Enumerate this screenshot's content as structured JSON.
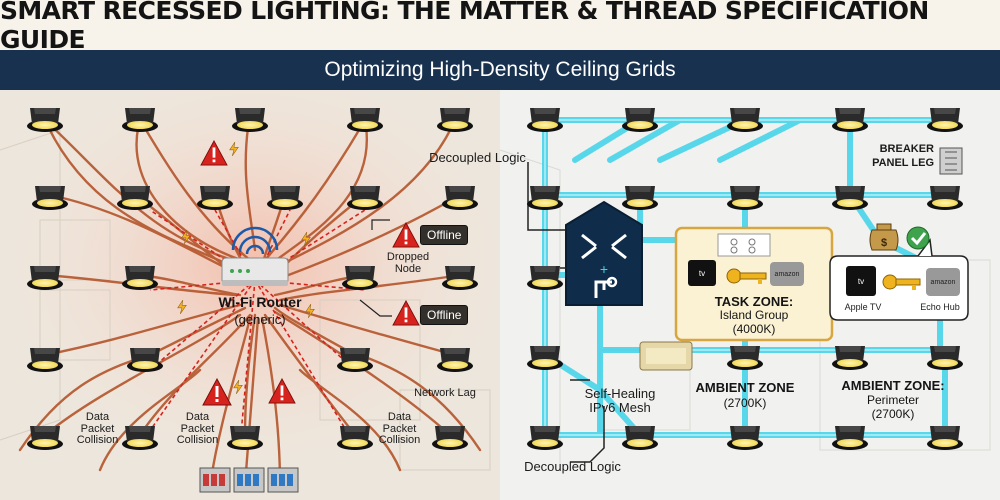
{
  "header": {
    "title": "SMART RECESSED LIGHTING: THE MATTER & THREAD SPECIFICATION GUIDE",
    "subtitle": "Optimizing High-Density Ceiling Grids"
  },
  "wifi_side": {
    "router_name": "Wi-Fi Router",
    "router_sub": "(generic)",
    "offline_label_1": "Offline",
    "offline_label_2": "Offline",
    "dropped_node": "Dropped\nNode",
    "network_lag": "Network Lag",
    "collision_1": "Data\nPacket\nCollision",
    "collision_2": "Data\nPacket\nCollision",
    "collision_3": "Data\nPacket\nCollision"
  },
  "thread_side": {
    "decoupled_logic_top": "Decoupled Logic",
    "decoupled_logic_bottom": "Decoupled Logic",
    "breaker_line1": "BREAKER",
    "breaker_line2": "PANEL LEG",
    "task_zone_title": "TASK ZONE:",
    "task_zone_sub1": "Island Group",
    "task_zone_sub2": "(4000K)",
    "ambient_zone_title": "AMBIENT ZONE",
    "ambient_zone_sub": "(2700K)",
    "ambient_perimeter_title": "AMBIENT ZONE:",
    "ambient_perimeter_sub1": "Perimeter",
    "ambient_perimeter_sub2": "(2700K)",
    "mesh_line1": "Self-Healing",
    "mesh_line2": "IPv6 Mesh",
    "apple_tv_label": "Apple TV",
    "echo_hub_label": "Echo Hub",
    "tv_text": "tv",
    "amazon_text": "amazon",
    "colors": {
      "mesh": "#3fd3ea",
      "wifi_wire": "#b4552b",
      "alert": "#d6231e"
    }
  }
}
